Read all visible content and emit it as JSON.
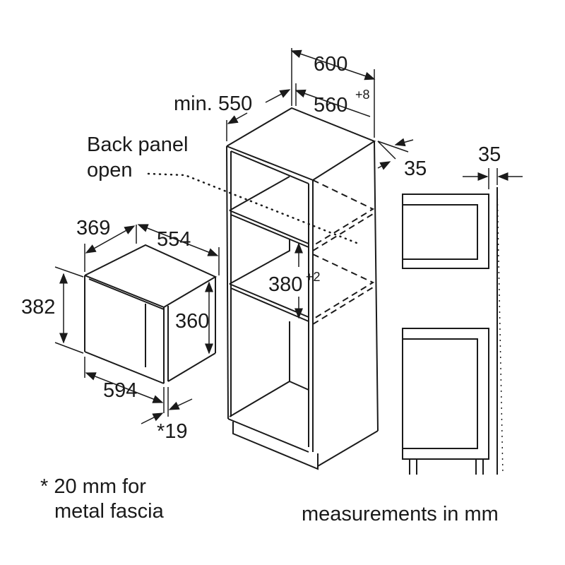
{
  "dimensions": {
    "cabinet_width": "600",
    "cabinet_min_depth": "min. 550",
    "niche_width": "560",
    "niche_width_tolerance": "+8",
    "side_offset": "35",
    "side_view_offset": "35",
    "niche_height": "380",
    "niche_height_tolerance": "+2",
    "appliance_depth": "369",
    "appliance_inner_width": "554",
    "appliance_height": "382",
    "appliance_inner_height": "360",
    "appliance_width": "594",
    "fascia_thickness": "*19"
  },
  "labels": {
    "back_panel_line1": "Back panel",
    "back_panel_line2": "open",
    "footnote_line1": "* 20 mm for",
    "footnote_line2": "metal fascia",
    "units_note": "measurements in mm"
  }
}
